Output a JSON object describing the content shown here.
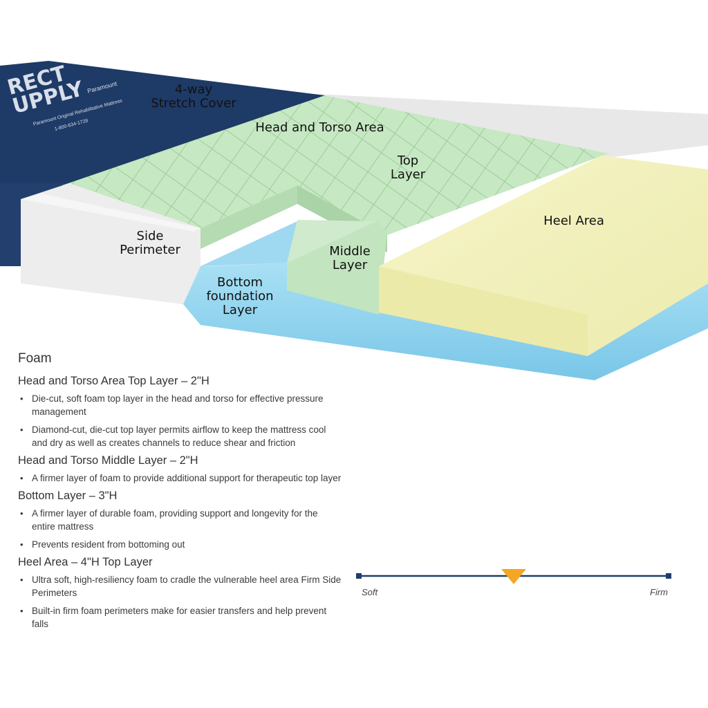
{
  "callouts": {
    "stretch_cover": "4-way\nStretch Cover",
    "head_torso": "Head and Torso Area",
    "top_layer": "Top\nLayer",
    "heel_area": "Heel Area",
    "side_perimeter": "Side\nPerimeter",
    "middle_layer": "Middle\nLayer",
    "bottom_layer": "Bottom\nfoundation\nLayer"
  },
  "cover_print": {
    "brand_line1": "RECT",
    "brand_line2": "UPPLY",
    "tagline": "Paramount",
    "small1": "Paramount Original Rehabilitative Mattress",
    "small2": "1-800-634-1728"
  },
  "spec": {
    "title": "Foam",
    "sections": [
      {
        "heading": "Head and Torso Area Top Layer – 2\"H",
        "bullets": [
          "Die-cut, soft foam top layer in the head and torso for effective pressure management",
          "Diamond-cut, die-cut top layer permits airflow to keep the mattress cool and dry as well as creates channels to reduce shear and friction"
        ]
      },
      {
        "heading": "Head and Torso Middle Layer – 2\"H",
        "bullets": [
          "A firmer layer of foam to provide additional support for therapeutic top layer"
        ]
      },
      {
        "heading": "Bottom Layer – 3\"H",
        "bullets": [
          "A firmer layer of durable foam, providing support and longevity for the entire mattress",
          "Prevents resident from bottoming out"
        ]
      },
      {
        "heading": "Heel Area – 4\"H Top Layer",
        "bullets": [
          "Ultra soft, high-resiliency foam to cradle the vulnerable heel area Firm Side Perimeters",
          "Built-in firm foam perimeters make for easier transfers and help prevent falls"
        ]
      }
    ]
  },
  "firmness_scale": {
    "left_label": "Soft",
    "right_label": "Firm",
    "level": 0.5,
    "line_color": "#1f3e6e",
    "marker_color": "#f5a623"
  },
  "colors": {
    "cover": "#1e3a66",
    "top_foam": "#c6e8c2",
    "middle_foam": "#bfe2bc",
    "bottom_foam": "#8ed3ee",
    "heel_foam": "#f1f0b8",
    "perimeter": "#ececec"
  }
}
